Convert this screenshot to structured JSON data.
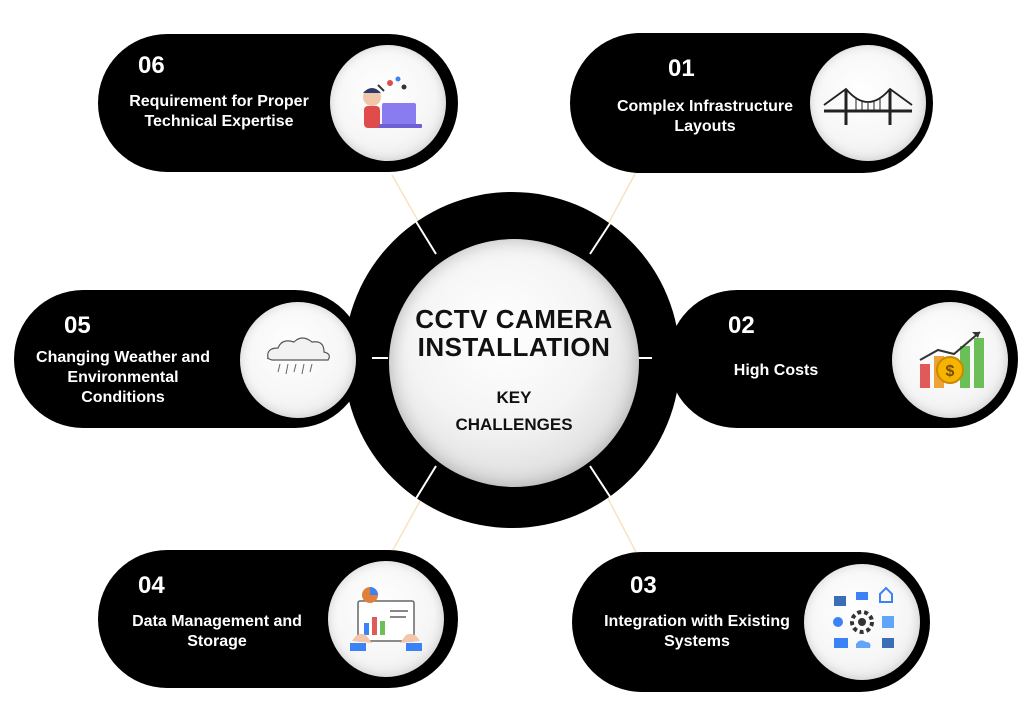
{
  "hub": {
    "title_line1": "CCTV CAMERA",
    "title_line2": "INSTALLATION",
    "subtitle_line1": "KEY",
    "subtitle_line2": "CHALLENGES"
  },
  "challenges": [
    {
      "number": "01",
      "line1": "Complex Infrastructure",
      "line2": "Layouts",
      "icon": "suspension-bridge-icon"
    },
    {
      "number": "02",
      "line1": "High Costs",
      "line2": "",
      "icon": "rising-costs-chart-icon"
    },
    {
      "number": "03",
      "line1": "Integration with Existing",
      "line2": "Systems",
      "icon": "system-integration-icon"
    },
    {
      "number": "04",
      "line1": "Data Management and",
      "line2": "Storage",
      "icon": "data-analytics-icon"
    },
    {
      "number": "05",
      "line1": "Changing Weather and",
      "line2": "Environmental",
      "line3": "Conditions",
      "icon": "storm-cloud-icon"
    },
    {
      "number": "06",
      "line1": "Requirement for Proper",
      "line2": "Technical Expertise",
      "icon": "technician-laptop-icon"
    }
  ],
  "colors": {
    "pill": "#000000",
    "connector": "#f5deb3",
    "text_light": "#ffffff",
    "text_dark": "#111111"
  }
}
